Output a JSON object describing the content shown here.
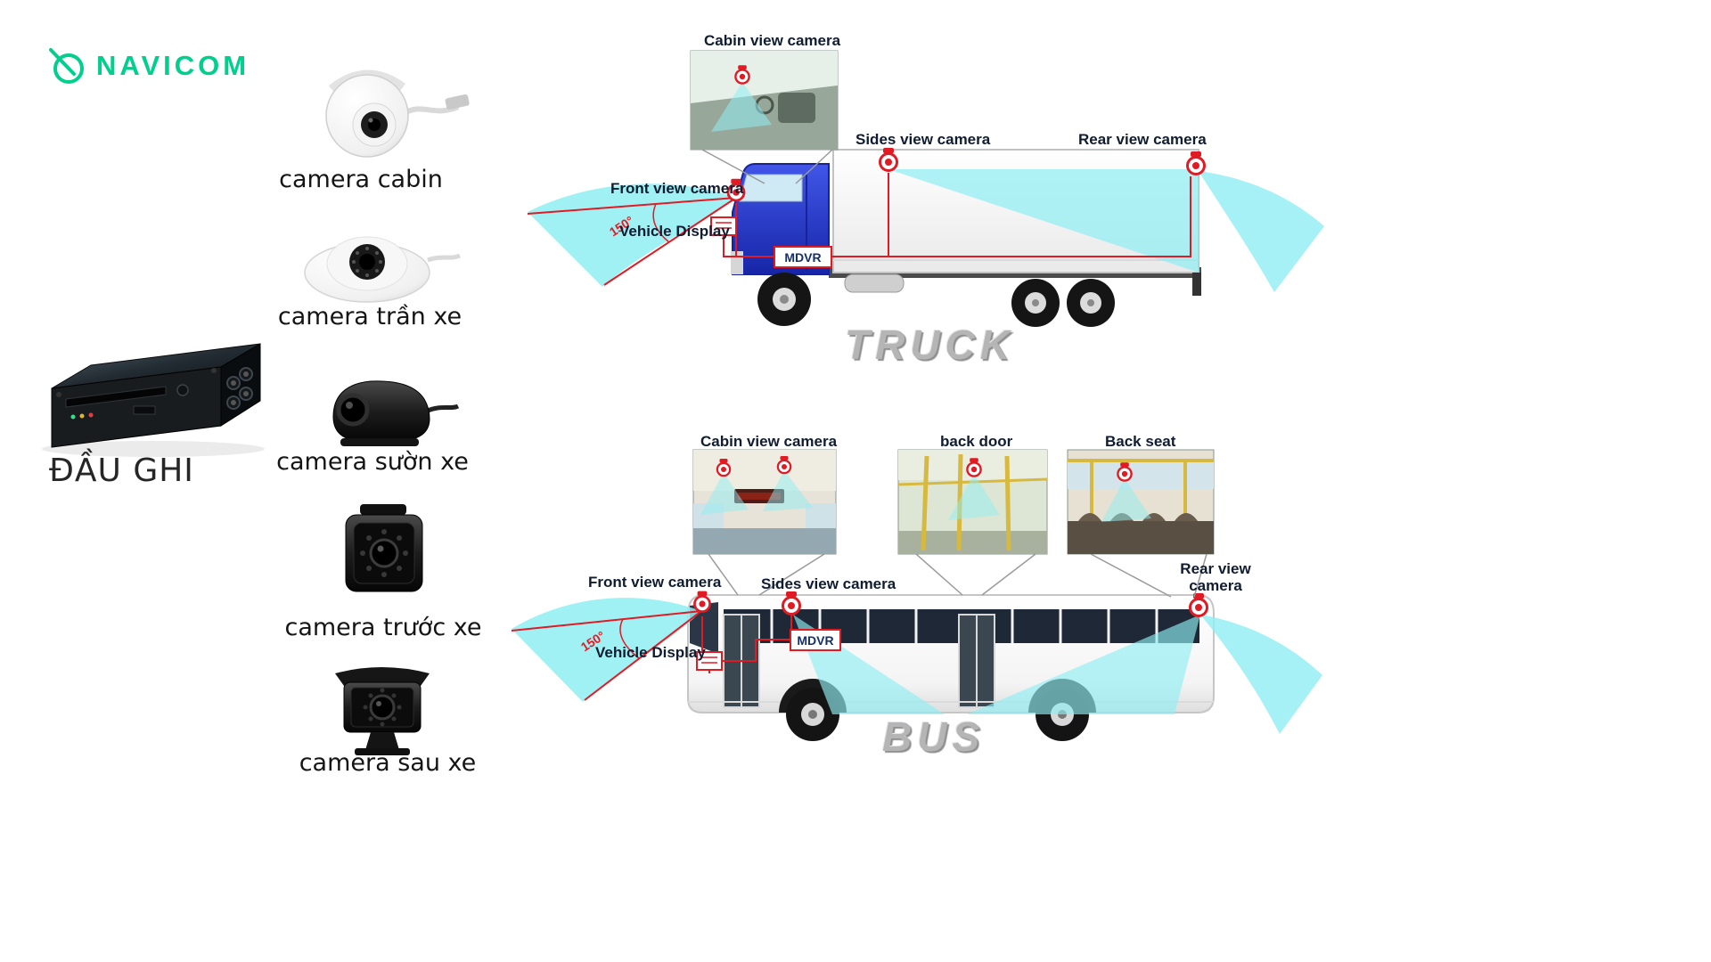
{
  "brand": {
    "name": "NAVICOM"
  },
  "recorder": {
    "label": "ĐẦU GHI"
  },
  "products": {
    "cameras": [
      {
        "label": "camera cabin"
      },
      {
        "label": "camera trần xe"
      },
      {
        "label": "camera sườn xe"
      },
      {
        "label": "camera trước xe"
      },
      {
        "label": "camera sau xe"
      }
    ]
  },
  "truck": {
    "title": "TRUCK",
    "angle": "150°",
    "labels": {
      "cabin_view": "Cabin view camera",
      "sides_view": "Sides view camera",
      "rear_view": "Rear view camera",
      "front_view": "Front view camera",
      "vehicle_display": "Vehicle Display",
      "mdvr": "MDVR"
    }
  },
  "bus": {
    "title": "BUS",
    "angle": "150°",
    "labels": {
      "cabin_view": "Cabin view camera",
      "back_door": "back door",
      "back_seat": "Back seat",
      "front_view": "Front view camera",
      "sides_view": "Sides view camera",
      "rear_view": "Rear view camera",
      "vehicle_display": "Vehicle Display",
      "mdvr": "MDVR"
    }
  },
  "colors": {
    "brand_green": "#00cf8e",
    "camera_red": "#e01b24",
    "cone_cyan": "#8feef2",
    "cab_blue": "#2a3ec6",
    "title_gray": "#b5b5b5"
  }
}
